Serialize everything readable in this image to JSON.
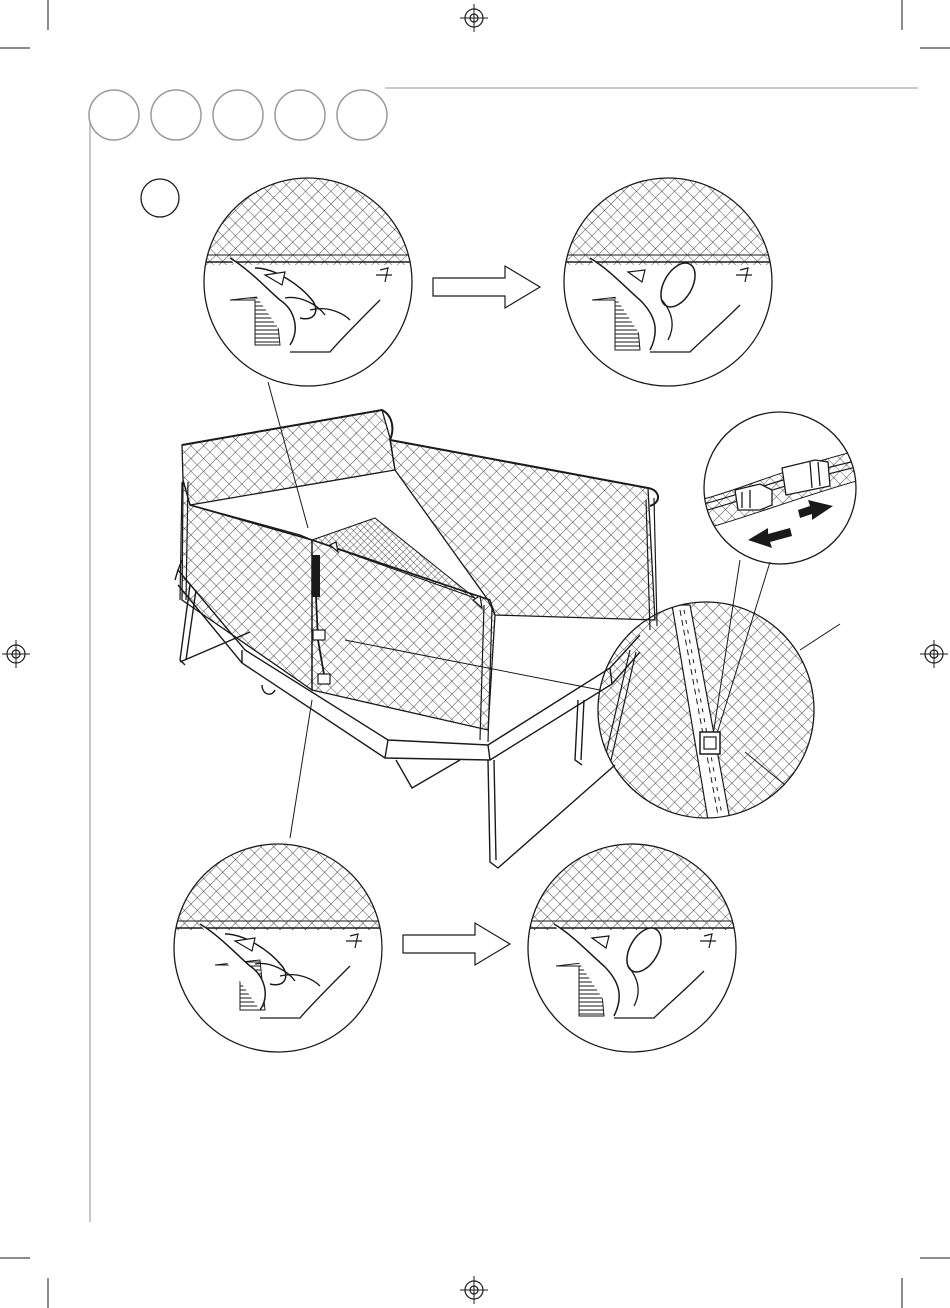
{
  "page": {
    "step_indicators": [
      {
        "name": "step-circle-1",
        "filled": false
      },
      {
        "name": "step-circle-2",
        "filled": false
      },
      {
        "name": "step-circle-3",
        "filled": false
      },
      {
        "name": "step-circle-4",
        "filled": false
      },
      {
        "name": "step-circle-5",
        "filled": false
      }
    ],
    "colors": {
      "ink": "#1a1a1a",
      "step_circle_fill": "#ffffff",
      "step_circle_stroke": "#9a9a9a",
      "paper": "#ffffff"
    },
    "icons": [
      "registration-mark-icon",
      "arrow-right-icon",
      "buckle-icon",
      "press-arrow-icon"
    ]
  }
}
